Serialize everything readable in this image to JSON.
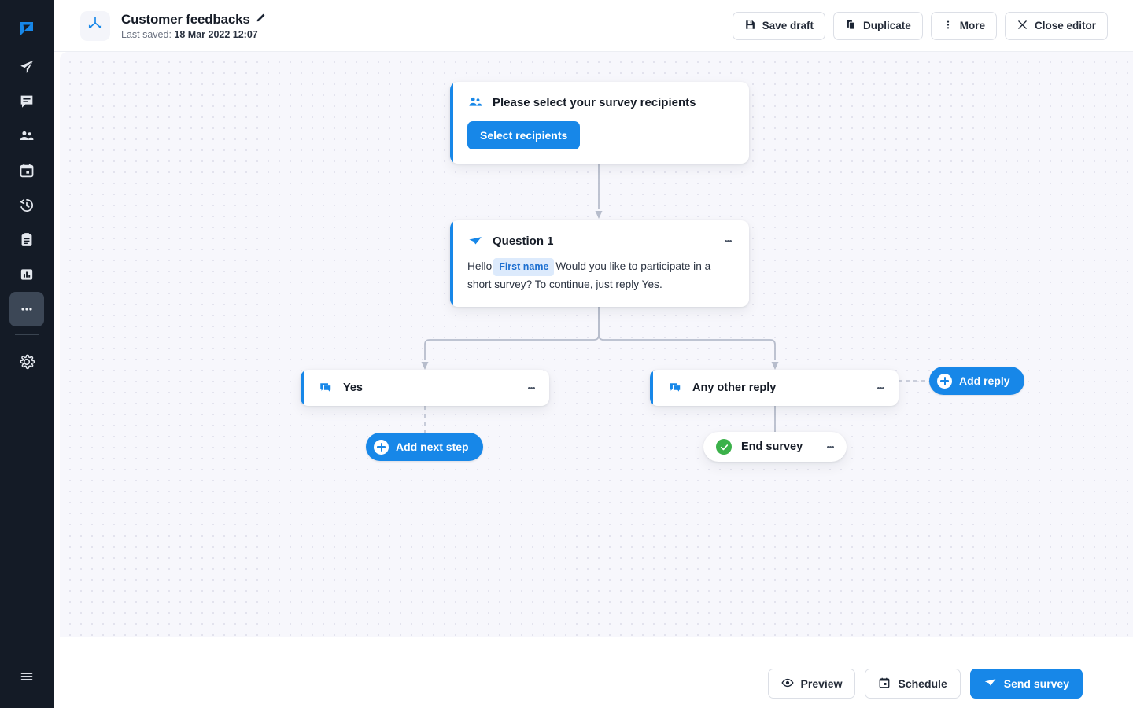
{
  "sidebar": {
    "items": [
      {
        "name": "logo",
        "icon": "speech-bubble-logo-icon",
        "active": false
      },
      {
        "name": "campaigns",
        "icon": "paper-plane-icon",
        "active": false
      },
      {
        "name": "inbox",
        "icon": "chat-message-icon",
        "active": false
      },
      {
        "name": "contacts",
        "icon": "people-icon",
        "active": false
      },
      {
        "name": "calendar",
        "icon": "calendar-icon",
        "active": false
      },
      {
        "name": "history",
        "icon": "history-clock-icon",
        "active": false
      },
      {
        "name": "surveys",
        "icon": "clipboard-icon",
        "active": false
      },
      {
        "name": "reports",
        "icon": "bar-chart-icon",
        "active": false
      },
      {
        "name": "more",
        "icon": "ellipsis-icon",
        "active": true
      },
      {
        "name": "settings",
        "icon": "gear-icon",
        "active": false
      }
    ],
    "collapse": {
      "icon": "hamburger-menu-icon"
    }
  },
  "header": {
    "doc_icon": "flow-branch-icon",
    "title": "Customer feedbacks",
    "edit_icon": "pencil-icon",
    "saved_prefix": "Last saved:",
    "saved_value": "18 Mar 2022 12:07",
    "actions": [
      {
        "label": "Save draft",
        "icon": "floppy-disk-icon"
      },
      {
        "label": "Duplicate",
        "icon": "copy-icon"
      },
      {
        "label": "More",
        "icon": "kebab-vertical-icon"
      },
      {
        "label": "Close editor",
        "icon": "close-x-icon"
      }
    ]
  },
  "canvas": {
    "nodes": {
      "recipients": {
        "icon": "people-icon",
        "title": "Please select your survey recipients",
        "button_label": "Select recipients"
      },
      "question1": {
        "icon": "paper-plane-icon",
        "title": "Question 1",
        "body_pre": "Hello",
        "body_chip": "First name",
        "body_post": "Would you like to participate in a short survey? To continue, just reply Yes.",
        "menu_icon": "kebab-vertical-icon"
      },
      "reply_yes": {
        "icon": "chat-message-icon",
        "title": "Yes",
        "menu_icon": "kebab-vertical-icon"
      },
      "reply_other": {
        "icon": "chat-message-icon",
        "title": "Any other reply",
        "menu_icon": "kebab-vertical-icon"
      },
      "end_survey": {
        "icon": "check-circle-icon",
        "title": "End survey",
        "menu_icon": "kebab-vertical-icon"
      }
    },
    "buttons": {
      "add_reply": {
        "label": "Add reply",
        "icon": "plus-circle-icon"
      },
      "add_next_step": {
        "label": "Add next step",
        "icon": "plus-circle-icon"
      }
    }
  },
  "footer": {
    "actions": [
      {
        "label": "Preview",
        "icon": "eye-icon"
      },
      {
        "label": "Schedule",
        "icon": "calendar-icon"
      },
      {
        "label": "Send survey",
        "icon": "paper-plane-icon"
      }
    ]
  },
  "colors": {
    "accent": "#1787e8",
    "sidebar_bg": "#141b26",
    "canvas_bg": "#f7f7fc",
    "success": "#3bb14a",
    "chip_bg": "#dceafc",
    "chip_text": "#1c6fd0"
  }
}
